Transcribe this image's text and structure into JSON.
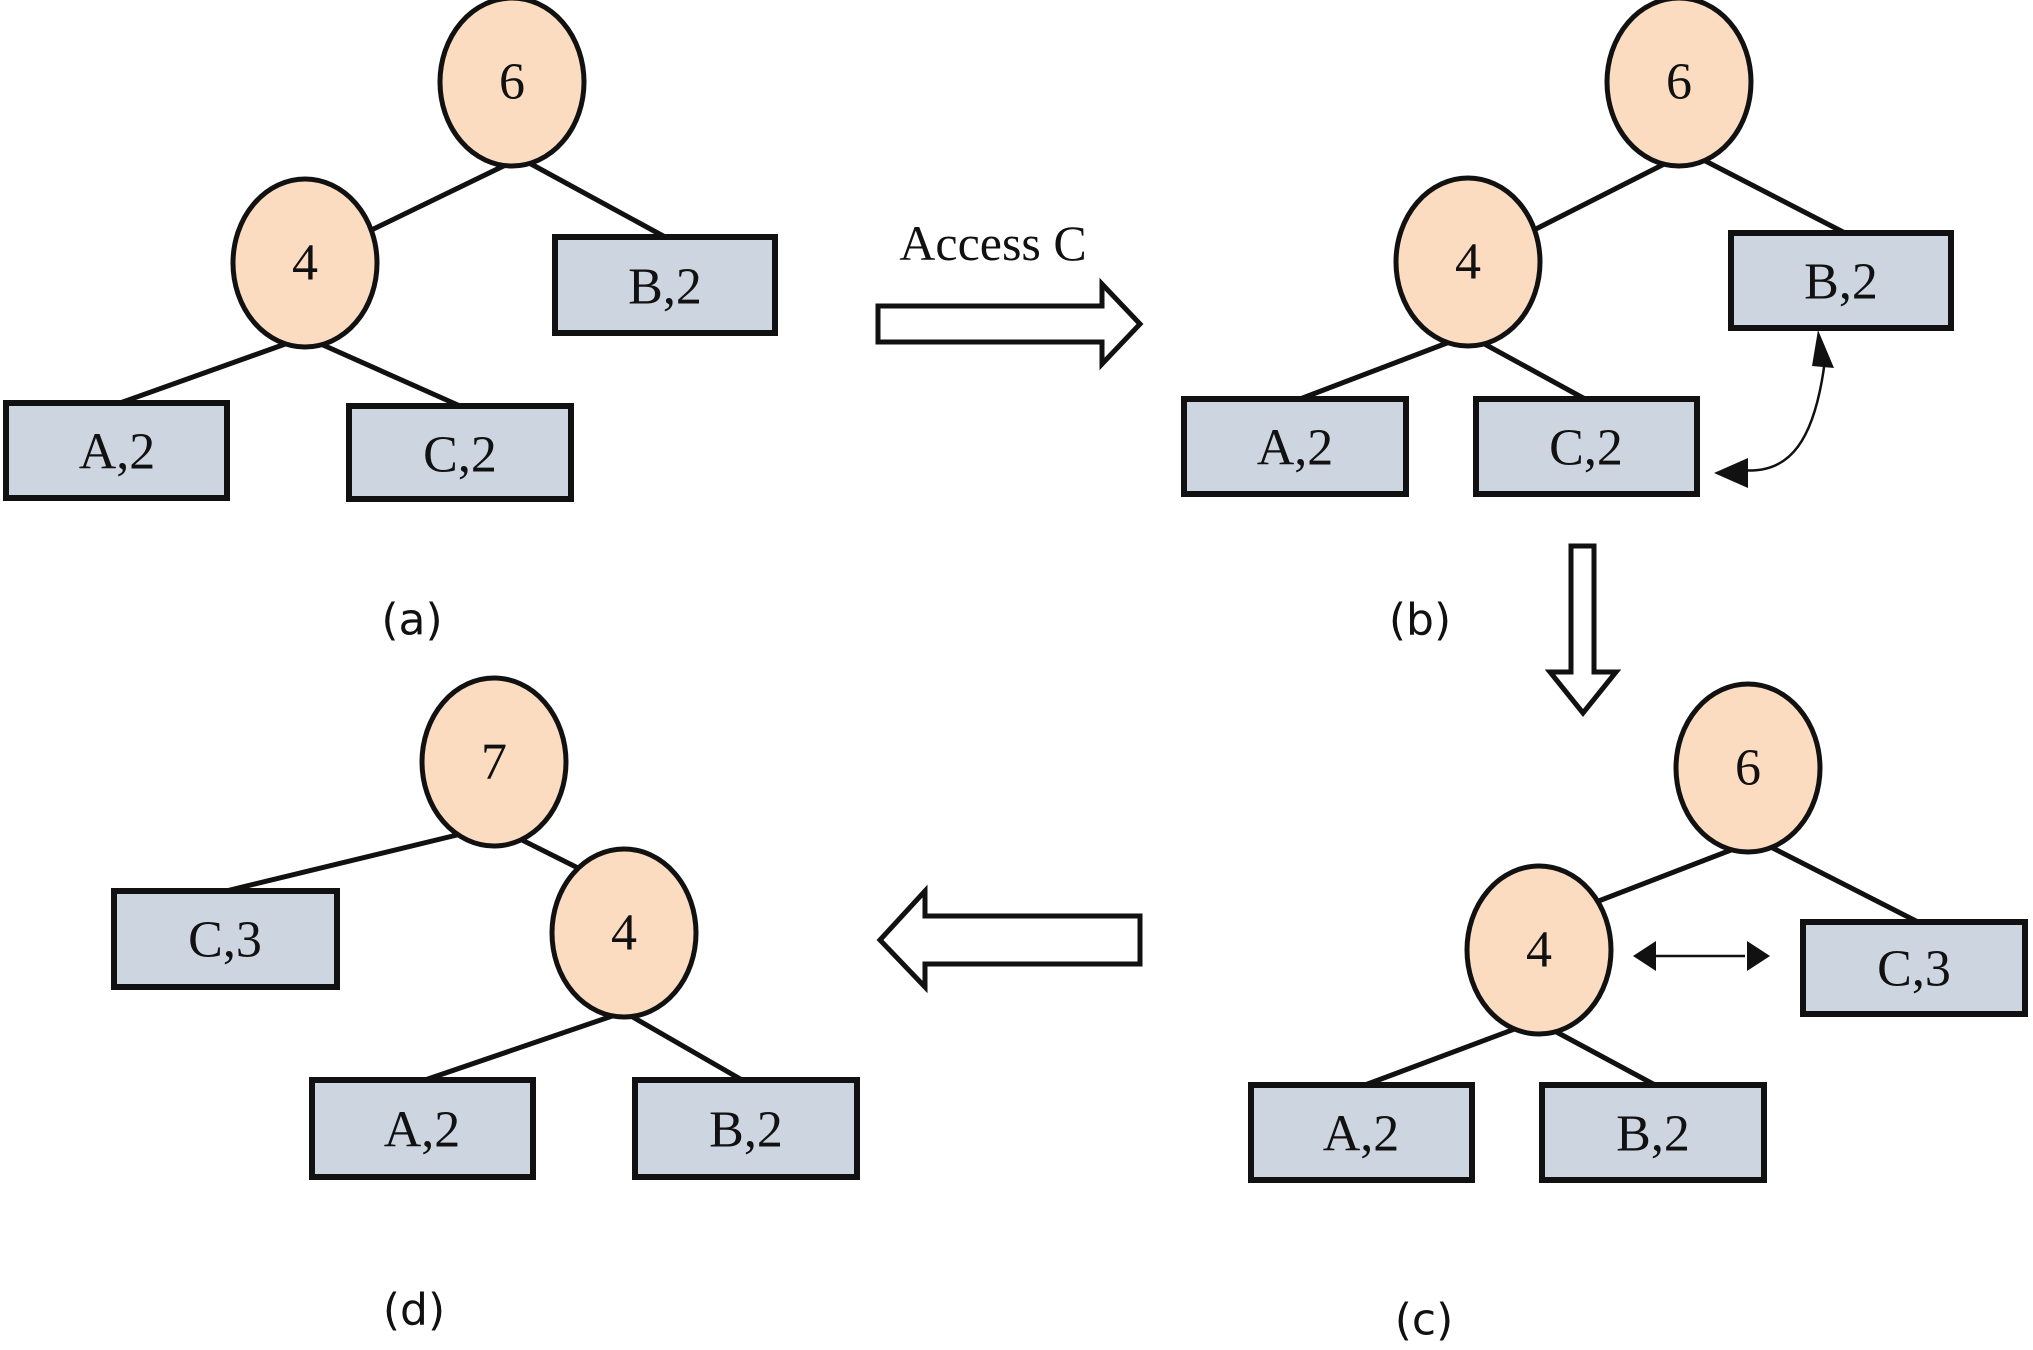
{
  "figure": {
    "colors": {
      "inner_node": "#fcdcc0",
      "leaf_node": "#cdd5e0",
      "stroke": "#111111",
      "background": "#ffffff"
    },
    "transitions": [
      {
        "from": "a",
        "to": "b",
        "label": "Access C",
        "icon": "right-block-arrow-icon"
      },
      {
        "from": "b",
        "to": "c",
        "label": "",
        "icon": "down-block-arrow-icon"
      },
      {
        "from": "c",
        "to": "d",
        "label": "",
        "icon": "left-block-arrow-icon"
      }
    ],
    "panels": {
      "a": {
        "label": "(a)",
        "root": "6",
        "inner": "4",
        "leaves": [
          "A,2",
          "C,2",
          "B,2"
        ]
      },
      "b": {
        "label": "(b)",
        "root": "6",
        "inner": "4",
        "leaves": [
          "A,2",
          "C,2",
          "B,2"
        ],
        "swap_indicator": "curved-double-arrow between C,2 and B,2"
      },
      "c": {
        "label": "(c)",
        "root": "6",
        "inner": "4",
        "leaves": [
          "A,2",
          "B,2",
          "C,3"
        ],
        "swap_indicator": "double-arrow between 4 and C,3"
      },
      "d": {
        "label": "(d)",
        "root": "7",
        "inner": "4",
        "leaves": [
          "C,3",
          "A,2",
          "B,2"
        ]
      }
    }
  }
}
